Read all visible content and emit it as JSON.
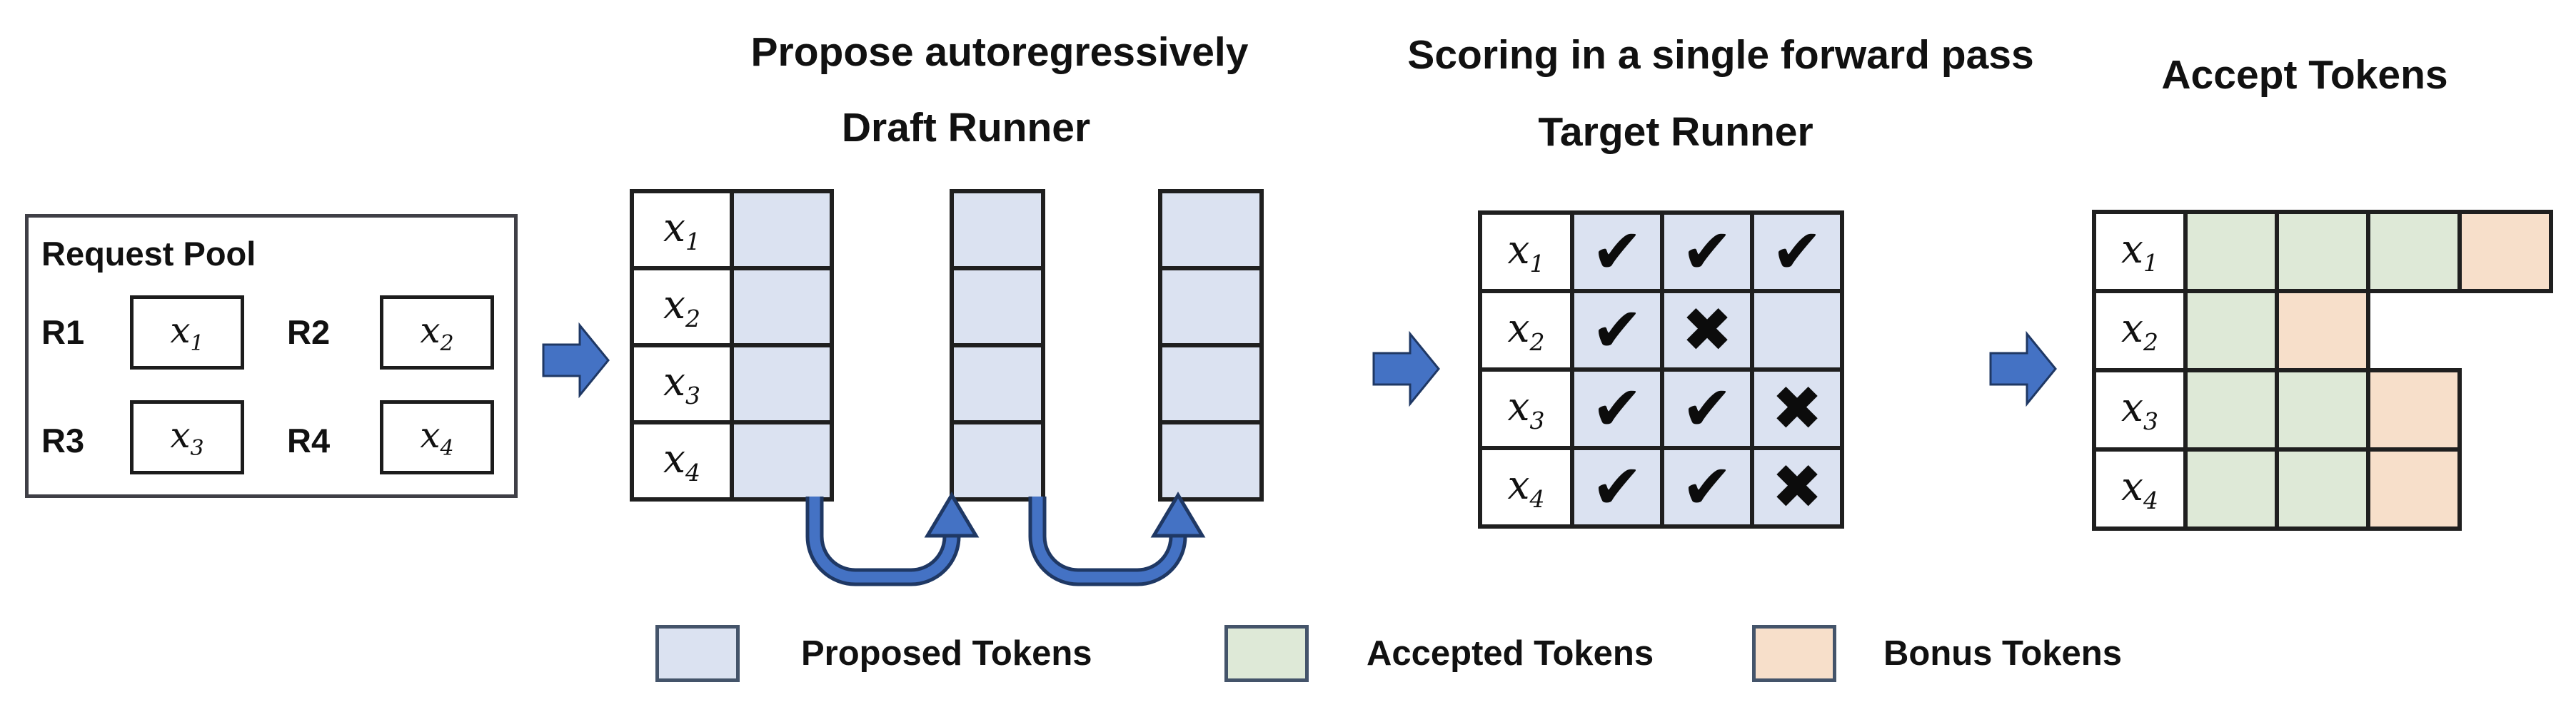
{
  "colors": {
    "proposed": "#dbe2f1",
    "accepted": "#dee9d7",
    "bonus": "#f7dfca",
    "arrow": "#4472c4",
    "arrow_dark": "#1f3864",
    "line": "#1f1f1f",
    "pool_border": "#3f3f46",
    "swatch_border": "#44546a"
  },
  "titles": {
    "propose": "Propose autoregressively",
    "draft": "Draft Runner",
    "scoring": "Scoring in a single forward pass",
    "target": "Target Runner",
    "accept": "Accept Tokens"
  },
  "request_pool": {
    "title": "Request Pool",
    "items": [
      {
        "id": "R1",
        "base": "x",
        "sub": "1"
      },
      {
        "id": "R2",
        "base": "x",
        "sub": "2"
      },
      {
        "id": "R3",
        "base": "x",
        "sub": "3"
      },
      {
        "id": "R4",
        "base": "x",
        "sub": "4"
      }
    ]
  },
  "row_labels": [
    {
      "base": "x",
      "sub": "1"
    },
    {
      "base": "x",
      "sub": "2"
    },
    {
      "base": "x",
      "sub": "3"
    },
    {
      "base": "x",
      "sub": "4"
    }
  ],
  "target_grid": {
    "marks": [
      [
        "✔",
        "✔",
        "✔"
      ],
      [
        "✔",
        "✖",
        ""
      ],
      [
        "✔",
        "✔",
        "✖"
      ],
      [
        "✔",
        "✔",
        "✖"
      ]
    ]
  },
  "accept_grid": {
    "rows": [
      {
        "cells": [
          "accepted",
          "accepted",
          "accepted",
          "bonus"
        ]
      },
      {
        "cells": [
          "accepted",
          "bonus"
        ]
      },
      {
        "cells": [
          "accepted",
          "accepted",
          "bonus"
        ]
      },
      {
        "cells": [
          "accepted",
          "accepted",
          "bonus"
        ]
      }
    ]
  },
  "legend": {
    "items": [
      {
        "label": "Proposed Tokens",
        "type": "proposed"
      },
      {
        "label": "Accepted Tokens",
        "type": "accepted"
      },
      {
        "label": "Bonus Tokens",
        "type": "bonus"
      }
    ]
  }
}
